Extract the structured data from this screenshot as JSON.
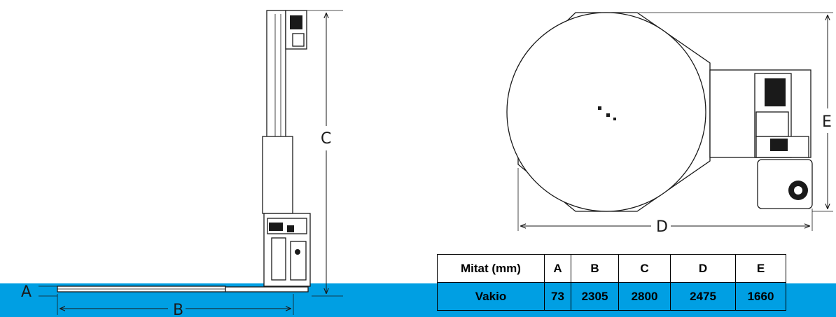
{
  "dimension_labels": {
    "a": "A",
    "b": "B",
    "c": "C",
    "d": "D",
    "e": "E"
  },
  "table": {
    "headers": [
      "Mitat (mm)",
      "A",
      "B",
      "C",
      "D",
      "E"
    ],
    "rows": [
      [
        "Vakio",
        "73",
        "2305",
        "2800",
        "2475",
        "1660"
      ]
    ]
  },
  "colors": {
    "band": "#009fe3",
    "line": "#1a1a1a"
  }
}
